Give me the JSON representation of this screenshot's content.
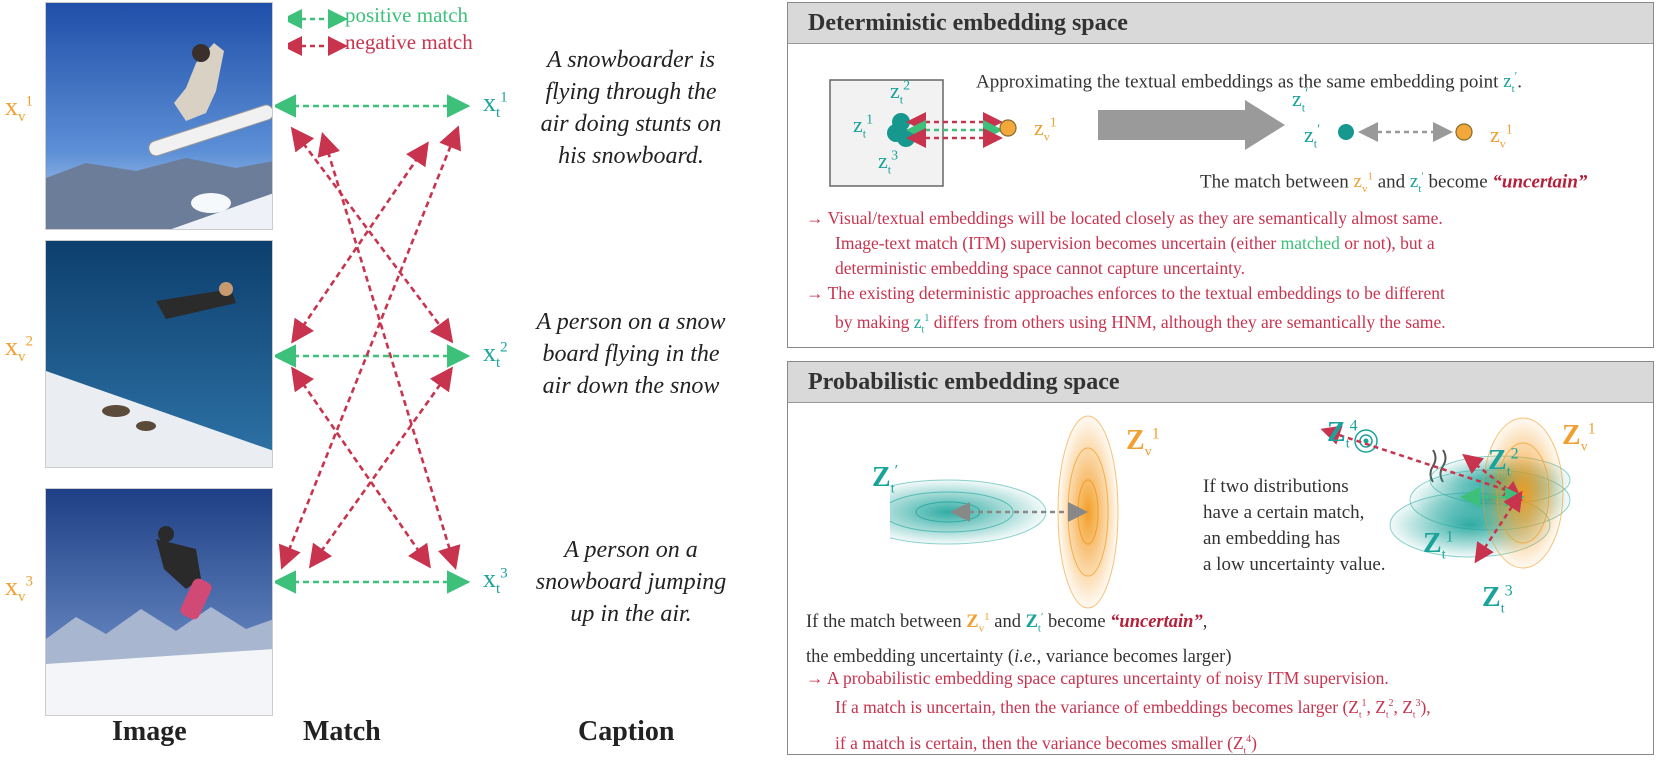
{
  "legend": {
    "positive": "positive match",
    "negative": "negative match"
  },
  "images": {
    "labels": [
      "x",
      "x",
      "x"
    ],
    "subscript": "v",
    "superscripts": [
      "1",
      "2",
      "3"
    ]
  },
  "texts": {
    "labels": [
      "x",
      "x",
      "x"
    ],
    "subscript": "t",
    "superscripts": [
      "1",
      "2",
      "3"
    ]
  },
  "captions": [
    [
      "A snowboarder is",
      "flying through the",
      "air doing stunts on",
      "his snowboard."
    ],
    [
      "A person on a snow",
      "board flying in the",
      "air down the snow"
    ],
    [
      "A person on a",
      "snowboard jumping",
      "up in the air."
    ]
  ],
  "footer": {
    "image": "Image",
    "match": "Match",
    "caption": "Caption"
  },
  "deterministic": {
    "title": "Deterministic embedding space",
    "approx_text": "Approximating the textual embeddings as the same embedding point",
    "match_text_a": "The match between",
    "match_text_and": "and",
    "match_text_b": "become",
    "uncertain": "“uncertain”",
    "note1_line1": "Visual/textual embeddings will be located closely as they are semantically almost same.",
    "note1_line2a": "Image-text match (ITM) supervision becomes uncertain (either",
    "note1_matched": "matched",
    "note1_line2b": "or not), but a",
    "note1_line3": "deterministic embedding space cannot capture uncertainty.",
    "note2_line1": "The existing deterministic approaches enforces to the textual embeddings to be different",
    "note2_line2a": "by making",
    "note2_line2b": "differs from others using HNM, although they are semantically the same."
  },
  "probabilistic": {
    "title": "Probabilistic embedding space",
    "desc": [
      "If two distributions",
      "have a certain match,",
      "an embedding has",
      "a low uncertainty value."
    ],
    "match_text_a": "If the match between",
    "match_text_and": "and",
    "match_text_b": "become",
    "uncertain": "“uncertain”",
    "match_line2_a": "the embedding uncertainty (",
    "match_line2_ie": "i.e.",
    "match_line2_b": ", variance becomes larger)",
    "note_line1": "A probabilistic embedding space captures uncertainty of noisy ITM supervision.",
    "note_line2": "If a match is uncertain, then the variance of embeddings becomes larger (Z",
    "note_line3": "if a match is certain, then the variance becomes smaller (Z"
  },
  "symbols": {
    "arrow": "→",
    "z": "z",
    "Z": "Z",
    "t": "t",
    "v": "v",
    "prime": "′",
    "one": "1",
    "two": "2",
    "three": "3",
    "four": "4"
  },
  "colors": {
    "orange": "#f0a030",
    "teal": "#1aa39a",
    "red": "#c8334e",
    "green": "#3cc07a",
    "gray": "#999999"
  }
}
